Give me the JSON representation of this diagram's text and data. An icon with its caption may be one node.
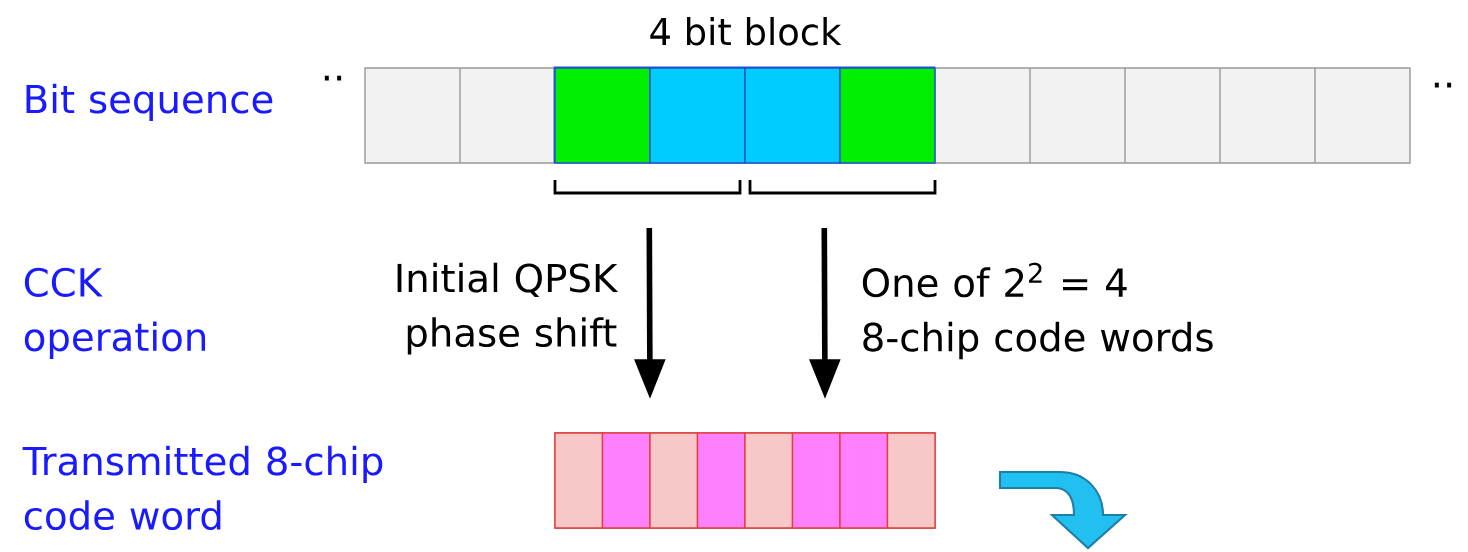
{
  "diagram": {
    "nodes": [
      {
        "text": [],
        "shape": "bar"
      },
      {
        "text": [
          "4 bit block"
        ],
        "in": 0
      },
      {
        "text": [],
        "shape": "bar"
      }
    ],
    "edges": [
      {
        "from": 1,
        "to": 2,
        "arrow": "to",
        "label": "Initial QPSK phase shift"
      },
      {
        "from": 1,
        "to": 2,
        "arrow": "to",
        "label": "One of 2$^{2}$ = 4 8-chip code words"
      }
    ],
    "labels": [
      "Bit sequence",
      "..",
      "..",
      "CCK operation",
      "Transmitted 8-chip code word"
    ]
  }
}
